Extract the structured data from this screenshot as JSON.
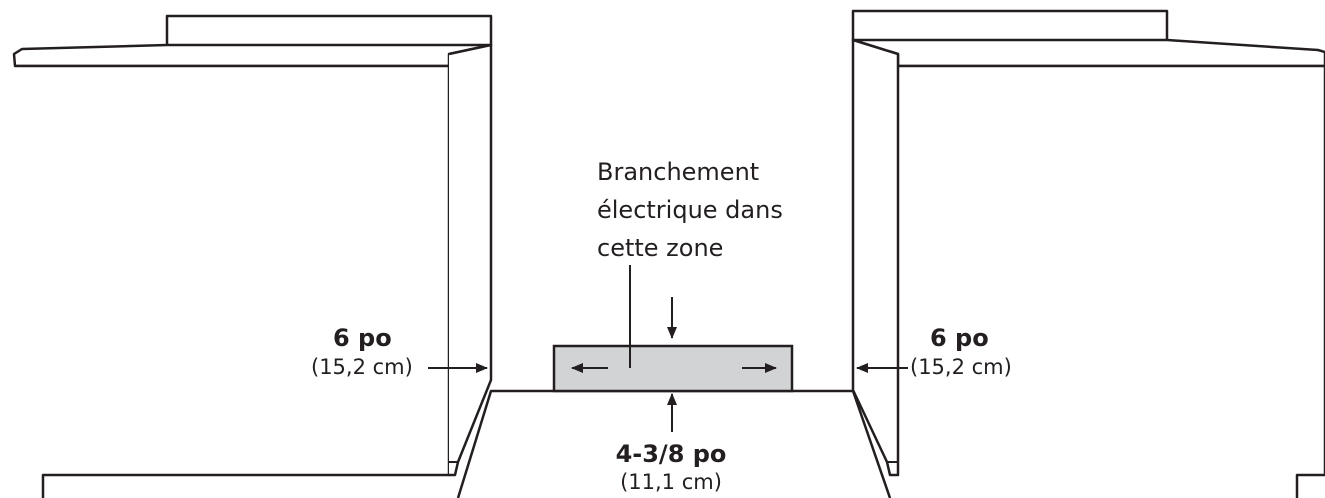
{
  "callout": {
    "line1": "Branchement",
    "line2": "électrique dans",
    "line3": "cette zone"
  },
  "left_dimension": {
    "imperial": "6 po",
    "metric": "(15,2 cm)"
  },
  "right_dimension": {
    "imperial": "6 po",
    "metric": "(15,2 cm)"
  },
  "bottom_dimension": {
    "imperial": "4-3/8 po",
    "metric": "(11,1 cm)"
  },
  "colors": {
    "line": "#231f20",
    "zone_fill": "#d1d3d4",
    "background": "#ffffff"
  }
}
